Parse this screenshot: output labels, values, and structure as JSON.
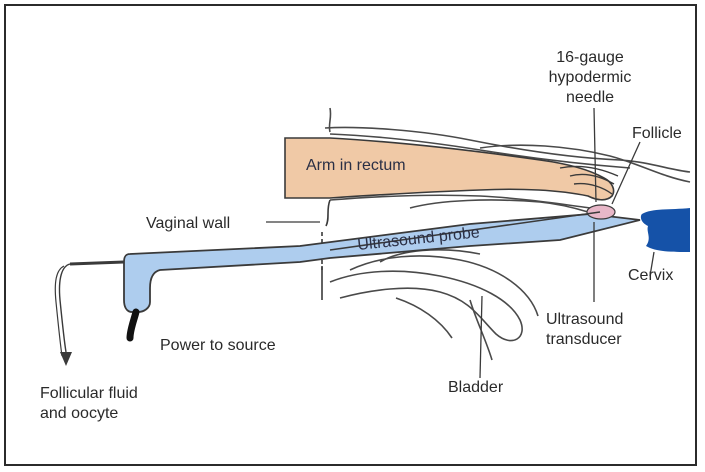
{
  "labels": {
    "needle_line1": "16-gauge",
    "needle_line2": "hypodermic",
    "needle_line3": "needle",
    "follicle": "Follicle",
    "arm": "Arm in rectum",
    "vaginal_wall": "Vaginal wall",
    "probe": "Ultrasound probe",
    "cervix": "Cervix",
    "transducer_line1": "Ultrasound",
    "transducer_line2": "transducer",
    "power": "Power to source",
    "fluid_line1": "Follicular fluid",
    "fluid_line2": "and oocyte",
    "bladder": "Bladder"
  },
  "colors": {
    "arm_fill": "#f0c9a6",
    "probe_fill": "#aecdee",
    "cervix_fill": "#1552a8",
    "follicle_fill": "#e8b7c8",
    "outline": "#3a3a3a"
  }
}
